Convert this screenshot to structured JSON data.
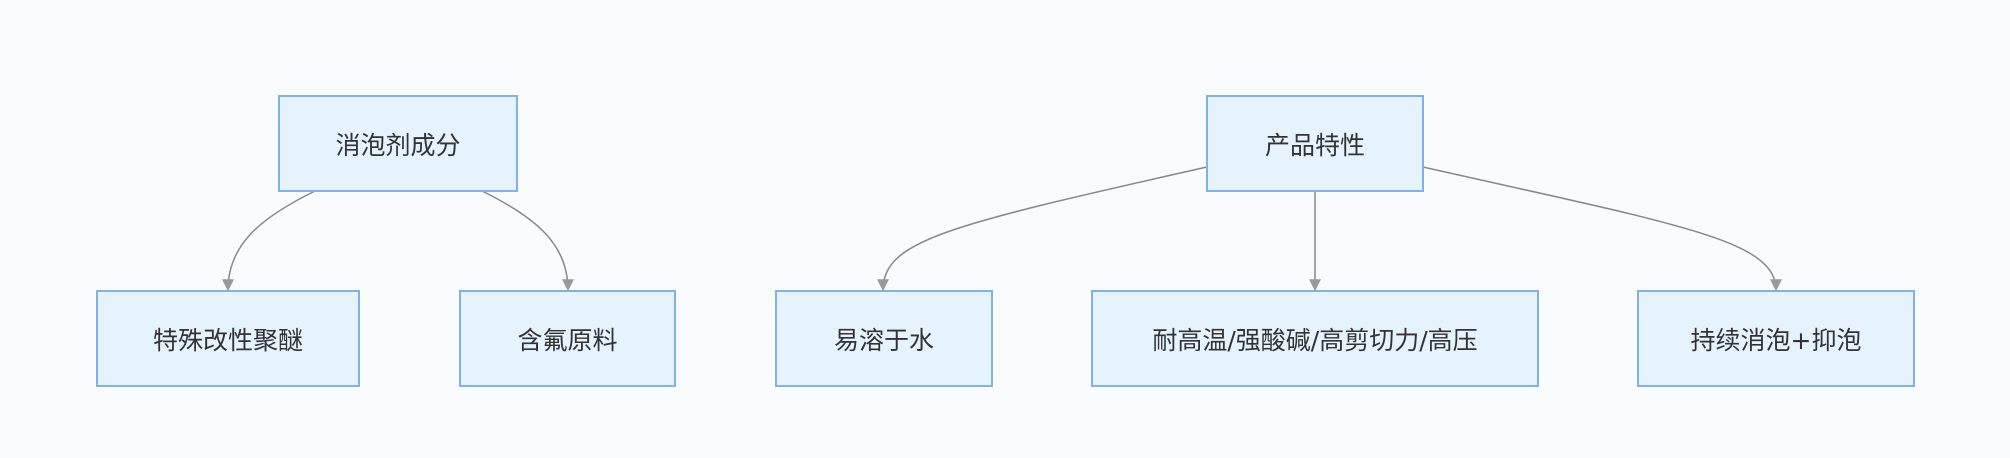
{
  "diagram": {
    "nodes": [
      {
        "id": "n1",
        "label": "消泡剂成分"
      },
      {
        "id": "n2",
        "label": "产品特性"
      },
      {
        "id": "n3",
        "label": "特殊改性聚醚"
      },
      {
        "id": "n4",
        "label": "含氟原料"
      },
      {
        "id": "n5",
        "label": "易溶于水"
      },
      {
        "id": "n6",
        "label": "耐高温/强酸碱/高剪切力/高压"
      },
      {
        "id": "n7",
        "label": "持续消泡+抑泡"
      }
    ],
    "edges": [
      {
        "from": "n1",
        "to": "n3"
      },
      {
        "from": "n1",
        "to": "n4"
      },
      {
        "from": "n2",
        "to": "n5"
      },
      {
        "from": "n2",
        "to": "n6"
      },
      {
        "from": "n2",
        "to": "n7"
      }
    ],
    "colors": {
      "background": "#fafbfd",
      "node_fill": "#e4f3fd",
      "node_border": "#7fb1ea",
      "edge": "#888888",
      "text": "#333333"
    }
  }
}
